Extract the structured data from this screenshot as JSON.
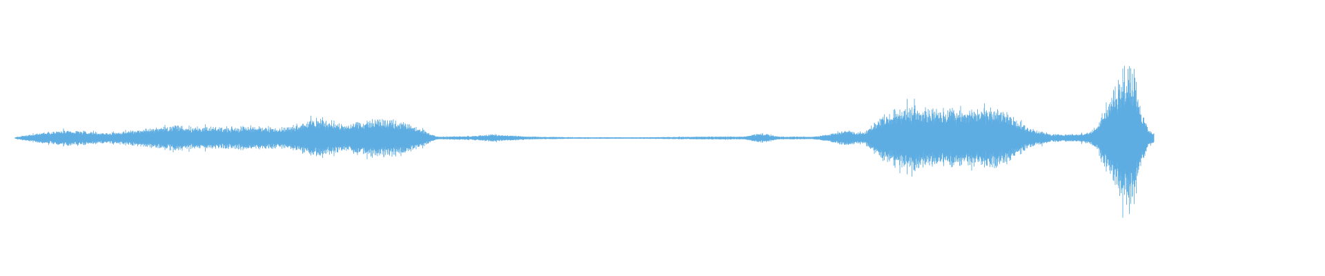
{
  "waveform": {
    "color": "#5dade2",
    "background": "#ffffff",
    "envelope": [
      [
        0.0,
        0.006
      ],
      [
        0.02,
        0.04
      ],
      [
        0.04,
        0.06
      ],
      [
        0.06,
        0.055
      ],
      [
        0.08,
        0.04
      ],
      [
        0.1,
        0.055
      ],
      [
        0.12,
        0.08
      ],
      [
        0.14,
        0.1
      ],
      [
        0.16,
        0.09
      ],
      [
        0.18,
        0.085
      ],
      [
        0.2,
        0.09
      ],
      [
        0.22,
        0.09
      ],
      [
        0.24,
        0.085
      ],
      [
        0.245,
        0.1
      ],
      [
        0.255,
        0.14
      ],
      [
        0.265,
        0.15
      ],
      [
        0.28,
        0.13
      ],
      [
        0.29,
        0.1
      ],
      [
        0.3,
        0.13
      ],
      [
        0.31,
        0.14
      ],
      [
        0.325,
        0.15
      ],
      [
        0.34,
        0.13
      ],
      [
        0.355,
        0.08
      ],
      [
        0.37,
        0.012
      ],
      [
        0.4,
        0.015
      ],
      [
        0.42,
        0.03
      ],
      [
        0.45,
        0.012
      ],
      [
        0.5,
        0.006
      ],
      [
        0.55,
        0.006
      ],
      [
        0.6,
        0.012
      ],
      [
        0.64,
        0.012
      ],
      [
        0.655,
        0.04
      ],
      [
        0.67,
        0.012
      ],
      [
        0.7,
        0.01
      ],
      [
        0.715,
        0.03
      ],
      [
        0.73,
        0.06
      ],
      [
        0.745,
        0.04
      ],
      [
        0.76,
        0.17
      ],
      [
        0.775,
        0.23
      ],
      [
        0.79,
        0.25
      ],
      [
        0.8,
        0.24
      ],
      [
        0.82,
        0.24
      ],
      [
        0.84,
        0.23
      ],
      [
        0.86,
        0.25
      ],
      [
        0.875,
        0.18
      ],
      [
        0.89,
        0.08
      ],
      [
        0.91,
        0.03
      ],
      [
        0.93,
        0.03
      ],
      [
        0.945,
        0.05
      ],
      [
        0.95,
        0.1
      ],
      [
        0.96,
        0.3
      ],
      [
        0.97,
        0.48
      ],
      [
        0.98,
        0.56
      ],
      [
        0.985,
        0.4
      ],
      [
        0.99,
        0.2
      ],
      [
        0.995,
        0.07
      ],
      [
        1.0,
        0.04
      ]
    ]
  }
}
